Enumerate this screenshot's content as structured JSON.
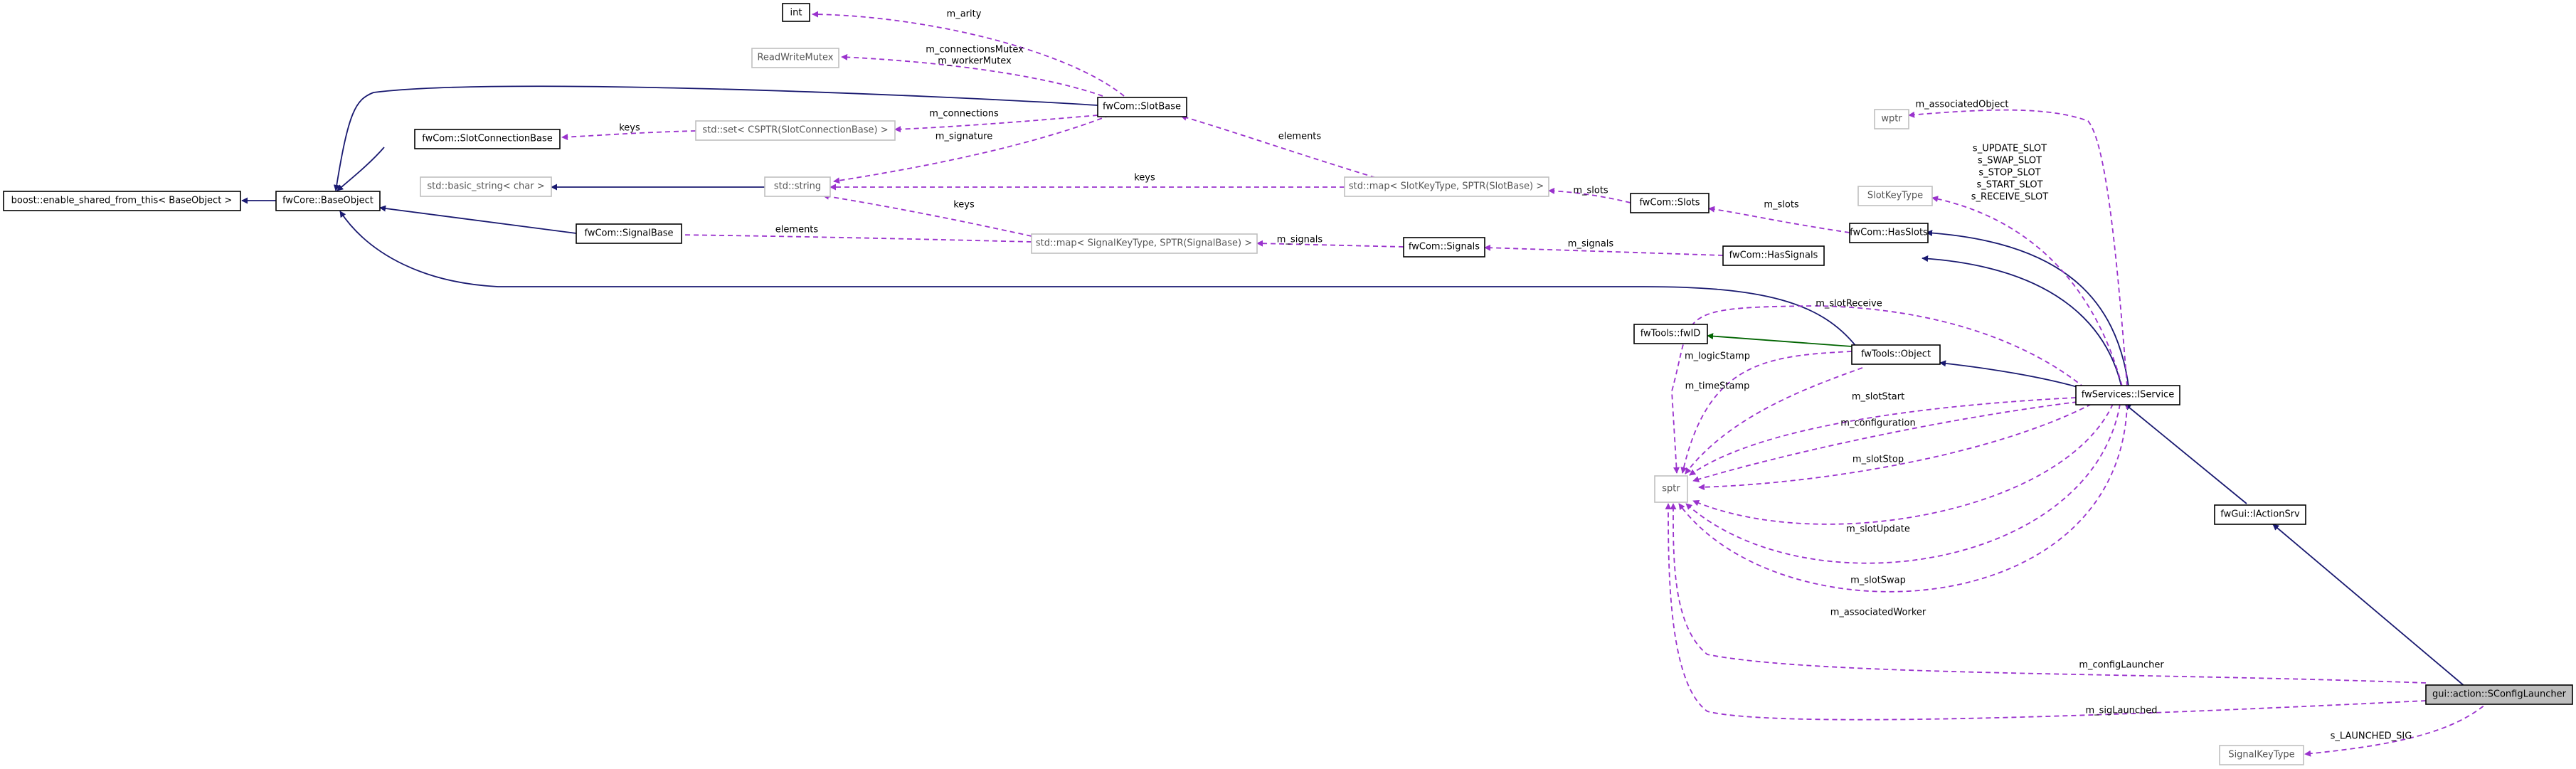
{
  "title": "gui::action::SConfigLauncher",
  "colors": {
    "inherit": "#191970",
    "usage": "#9a32cd",
    "template": "#006400",
    "focus_fill": "#bfbfbf",
    "ghost_border": "#bfbfbf"
  },
  "nodes": {
    "int": "int",
    "readwritemutex": "ReadWriteMutex",
    "set": "std::set< CSPTR(SlotConnectionBase) >",
    "slotconnbase": "fwCom::SlotConnectionBase",
    "boost": "boost::enable_shared_from_this< BaseObject >",
    "baseobject": "fwCore::BaseObject",
    "basicstring": "std::basic_string< char >",
    "string": "std::string",
    "slotbase": "fwCom::SlotBase",
    "mapslot": "std::map< SlotKeyType, SPTR(SlotBase) >",
    "slots": "fwCom::Slots",
    "signalbase": "fwCom::SignalBase",
    "mapsignal": "std::map< SignalKeyType, SPTR(SignalBase) >",
    "signals": "fwCom::Signals",
    "hassignals": "fwCom::HasSignals",
    "hasslots": "fwCom::HasSlots",
    "wptr": "wptr",
    "slotkeytype": "SlotKeyType",
    "fwid": "fwTools::fwID",
    "object": "fwTools::Object",
    "iservice": "fwServices::IService",
    "sptr": "sptr",
    "iactionsrv": "fwGui::IActionSrv",
    "sconfiglauncher": "gui::action::SConfigLauncher",
    "signalkeytype": "SignalKeyType"
  },
  "edge_labels": {
    "m_arity": "m_arity",
    "mutex_1": "m_connectionsMutex",
    "mutex_2": "m_workerMutex",
    "m_connections": "m_connections",
    "keys_set": "keys",
    "m_signature": "m_signature",
    "elements_slot": "elements",
    "keys_mapslot": "keys",
    "m_slots_1": "m_slots",
    "m_slots_2": "m_slots",
    "keys_mapsignal": "keys",
    "elements_signal": "elements",
    "m_signals_1": "m_signals",
    "m_signals_2": "m_signals",
    "m_associatedObject": "m_associatedObject",
    "s_slots": [
      "s_UPDATE_SLOT",
      "s_SWAP_SLOT",
      "s_STOP_SLOT",
      "s_START_SLOT",
      "s_RECEIVE_SLOT"
    ],
    "m_slotReceive": "m_slotReceive",
    "m_logicStamp": "m_logicStamp",
    "m_timeStamp": "m_timeStamp",
    "m_slotStart": "m_slotStart",
    "m_configuration": "m_configuration",
    "m_slotStop": "m_slotStop",
    "m_slotUpdate": "m_slotUpdate",
    "m_slotSwap": "m_slotSwap",
    "m_associatedWorker": "m_associatedWorker",
    "m_configLauncher": "m_configLauncher",
    "m_sigLaunched": "m_sigLaunched",
    "s_LAUNCHED_SIG": "s_LAUNCHED_SIG"
  }
}
